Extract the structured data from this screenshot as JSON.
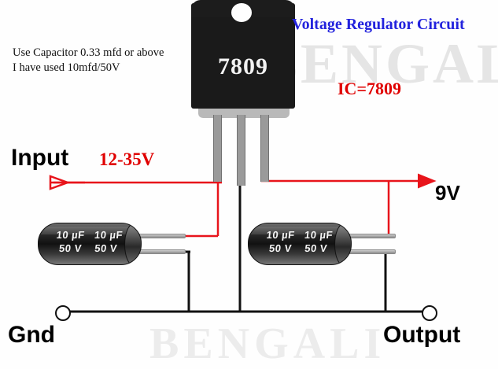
{
  "watermark": {
    "primary": "BENGALI",
    "secondary": "BENGALI"
  },
  "ic": {
    "part_number": "7809",
    "equation_label": "IC=7809"
  },
  "titles": {
    "circuit_title": "Voltage Regulator Circuit"
  },
  "notes": {
    "capacitor_note_line1": "Use Capacitor 0.33 mfd or above",
    "capacitor_note_line2": "I have used 10mfd/50V"
  },
  "labels": {
    "input": "Input",
    "input_range": "12-35V",
    "output_voltage": "9V",
    "gnd": "Gnd",
    "output": "Output"
  },
  "capacitors": [
    {
      "name": "input-capacitor",
      "value_line1": "10 µF",
      "value_line2": "50 V",
      "value_line1_right": "10 µF",
      "value_line2_right": "50 V"
    },
    {
      "name": "output-capacitor",
      "value_line1": "10 µF",
      "value_line2": "50 V",
      "value_line1_right": "10 µF",
      "value_line2_right": "50 V"
    }
  ],
  "colors": {
    "wire_red": "#e8141b",
    "wire_black": "#111111",
    "title_blue": "#2222dd",
    "ic_red": "#e00000",
    "ic_body": "#1a1a1a",
    "background": "#fefefe"
  }
}
